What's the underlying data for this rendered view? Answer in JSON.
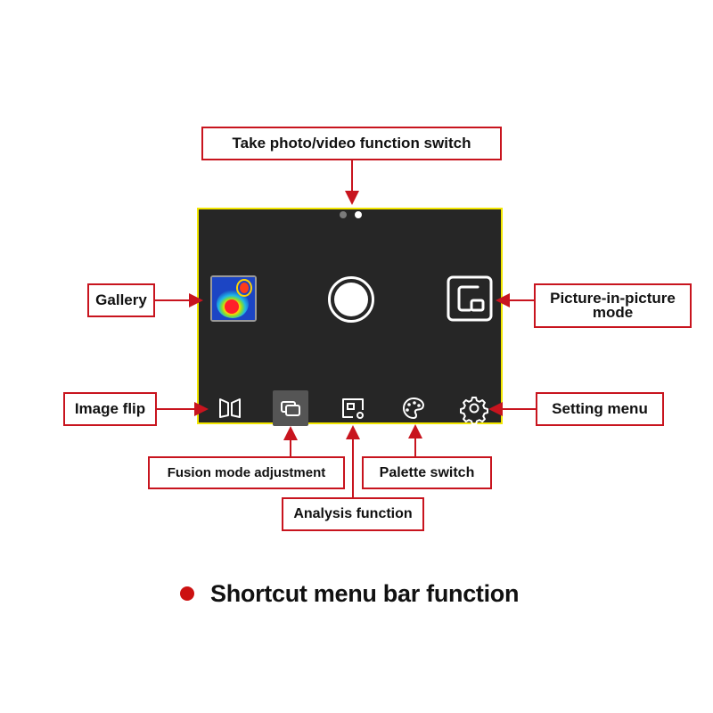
{
  "callouts": {
    "photo_video_switch": "Take photo/video function switch",
    "gallery": "Gallery",
    "picture_in_picture_line1": "Picture-in-picture",
    "picture_in_picture_line2": "mode",
    "image_flip": "Image flip",
    "setting_menu": "Setting menu",
    "fusion_mode": "Fusion mode adjustment",
    "palette_switch": "Palette switch",
    "analysis_function": "Analysis function"
  },
  "footer": {
    "title": "Shortcut menu bar function"
  },
  "screen": {
    "page_indicator": {
      "count": 2,
      "active_index": 1
    }
  },
  "toolbar": {
    "items": [
      {
        "icon": "image-flip-icon"
      },
      {
        "icon": "fusion-mode-icon",
        "selected": true
      },
      {
        "icon": "analysis-icon"
      },
      {
        "icon": "palette-icon"
      },
      {
        "icon": "gear-icon"
      }
    ]
  },
  "colors": {
    "callout_border": "#c8141e",
    "arrow": "#c8141e",
    "screen_background": "#262626",
    "screen_border": "#f2e600",
    "bullet": "#cc1111"
  }
}
